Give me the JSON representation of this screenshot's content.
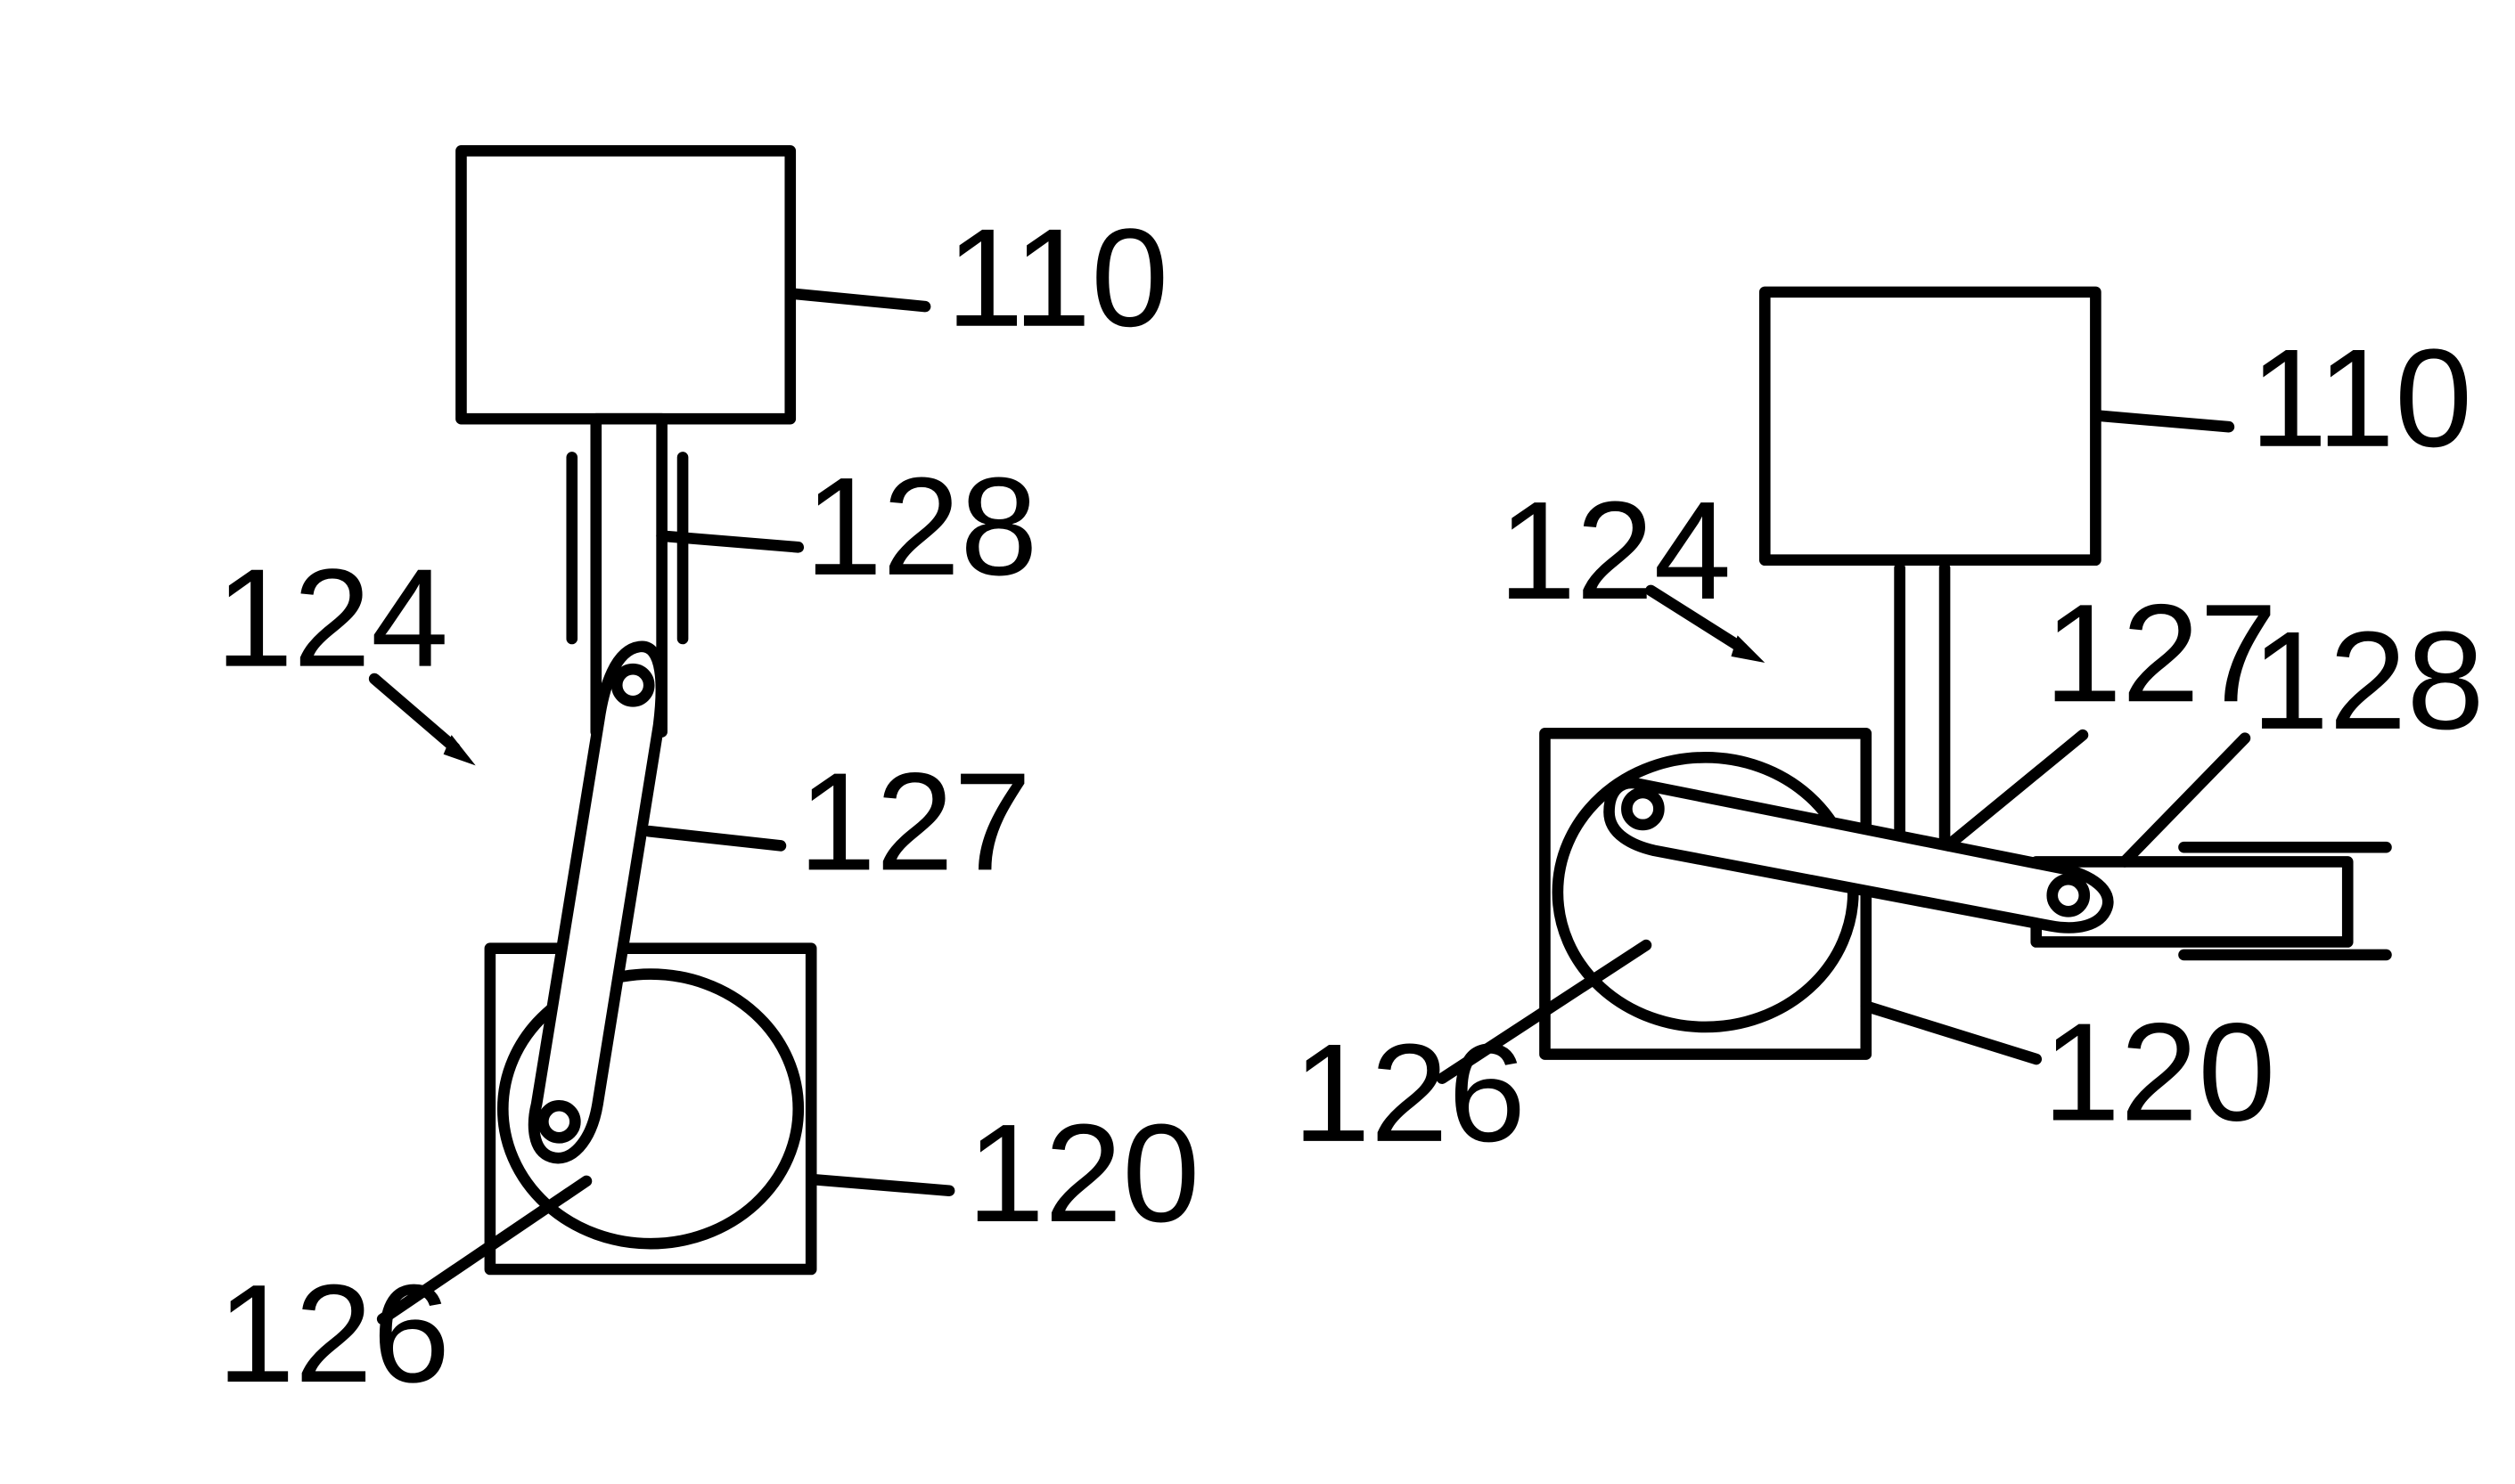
{
  "figure": {
    "left": {
      "label_110": "110",
      "label_128": "128",
      "label_124": "124",
      "label_127": "127",
      "label_120": "120",
      "label_126": "126"
    },
    "right": {
      "label_110": "110",
      "label_124": "124",
      "label_127": "127",
      "label_128": "128",
      "label_126": "126",
      "label_120": "120"
    }
  },
  "colors": {
    "line": "#000000",
    "background": "#ffffff"
  }
}
